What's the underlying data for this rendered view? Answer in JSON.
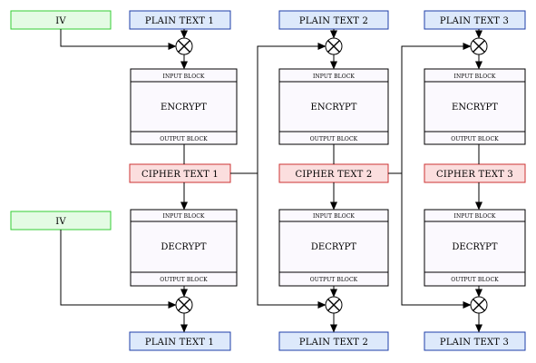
{
  "iv_encrypt": "IV",
  "iv_decrypt": "IV",
  "columns": [
    {
      "plain_top": "PLAIN TEXT 1",
      "input_block": "INPUT BLOCK",
      "encrypt": "ENCRYPT",
      "output_block_top": "OUTPUT BLOCK",
      "cipher": "CIPHER TEXT 1",
      "input_block_bottom": "INPUT BLOCK",
      "decrypt": "DECRYPT",
      "output_block_bottom": "OUTPUT BLOCK",
      "plain_bottom": "PLAIN TEXT 1"
    },
    {
      "plain_top": "PLAIN TEXT 2",
      "input_block": "INPUT BLOCK",
      "encrypt": "ENCRYPT",
      "output_block_top": "OUTPUT BLOCK",
      "cipher": "CIPHER TEXT 2",
      "input_block_bottom": "INPUT BLOCK",
      "decrypt": "DECRYPT",
      "output_block_bottom": "OUTPUT BLOCK",
      "plain_bottom": "PLAIN TEXT 2"
    },
    {
      "plain_top": "PLAIN TEXT 3",
      "input_block": "INPUT BLOCK",
      "encrypt": "ENCRYPT",
      "output_block_top": "OUTPUT BLOCK",
      "cipher": "CIPHER TEXT 3",
      "input_block_bottom": "INPUT BLOCK",
      "decrypt": "DECRYPT",
      "output_block_bottom": "OUTPUT BLOCK",
      "plain_bottom": "PLAIN TEXT 3"
    }
  ],
  "colors": {
    "plain_fill": "#dde9fb",
    "plain_stroke": "#1f3fa8",
    "iv_fill": "#e4fbe4",
    "iv_stroke": "#33cc33",
    "cipher_fill": "#fbdede",
    "cipher_stroke": "#cc3333",
    "block_fill": "#fbf9fe",
    "block_stroke": "#000000"
  }
}
